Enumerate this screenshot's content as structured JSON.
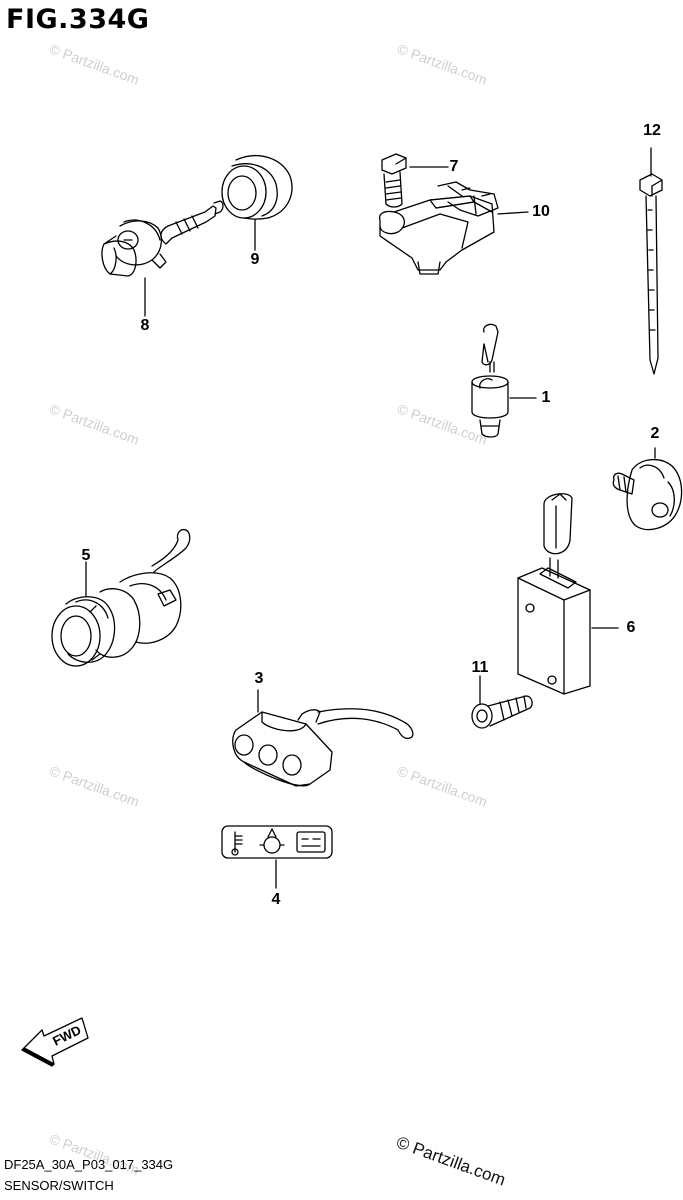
{
  "figure_title": "FIG.334G",
  "callouts": {
    "c1": "1",
    "c2": "2",
    "c3": "3",
    "c4": "4",
    "c5": "5",
    "c6": "6",
    "c7": "7",
    "c8": "8",
    "c9": "9",
    "c10": "10",
    "c11": "11",
    "c12": "12"
  },
  "fwd_label": "FWD",
  "watermark_text": "© Partzilla.com",
  "copyright": "© Partzilla.com",
  "footer": {
    "code": "DF25A_30A_P03_017_334G",
    "caption": "SENSOR/SWITCH"
  },
  "colors": {
    "line": "#000000",
    "watermark": "#cfcfcf",
    "background": "#ffffff"
  }
}
